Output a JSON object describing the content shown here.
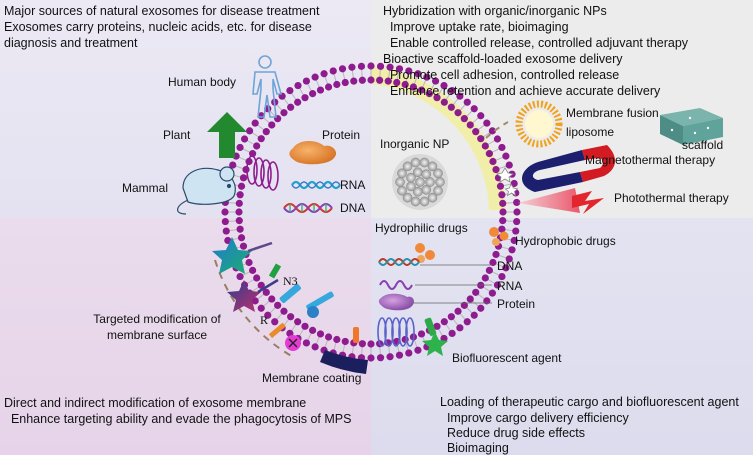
{
  "colors": {
    "top_left_bg": "#e7e5f3",
    "top_right_bg": "#ececec",
    "bottom_left_bg": "#e8d8eb",
    "bottom_right_bg": "#e0e0f0",
    "membrane_head": "#8e1c8e",
    "membrane_tail": "#b7b7b7",
    "plant_arrow": "#1f8a2e",
    "magnet_red": "#d31b23",
    "magnet_navy": "#1b1f6e"
  },
  "top_left": {
    "lines": [
      "Major sources of natural exosomes for disease treatment",
      "Exosomes carry proteins, nucleic acids, etc. for disease",
      "diagnosis and treatment"
    ],
    "labels": {
      "human_body": "Human body",
      "plant": "Plant",
      "mammal": "Mammal",
      "protein": "Protein",
      "rna": "RNA",
      "dna": "DNA"
    }
  },
  "top_right": {
    "lines": [
      "Hybridization with organic/inorganic NPs",
      "  Improve uptake rate, bioimaging",
      "  Enable controlled release, controlled adjuvant therapy",
      "Bioactive scaffold-loaded exosome delivery",
      "  Promote cell adhesion, controlled release",
      "  Enhance retention and achieve accurate delivery"
    ],
    "labels": {
      "membrane_fusion": "Membrane fusion",
      "liposome": "liposome",
      "scaffold": "scaffold",
      "inorganic_np": "Inorganic NP",
      "magnetothermal": "Magnetothermal therapy",
      "photothermal": "Photothermal therapy"
    }
  },
  "bottom_left": {
    "lines": [
      "Direct and indirect modification of exosome membrane",
      "  Enhance targeting ability and evade the phagocytosis of MPS"
    ],
    "labels": {
      "targeted_1": "Targeted modification of",
      "targeted_2": "membrane surface",
      "n3": "N3",
      "r": "R",
      "membrane_coating": "Membrane coating"
    }
  },
  "bottom_right": {
    "lines": [
      "Loading of therapeutic cargo and biofluorescent agent",
      "  Improve cargo delivery efficiency",
      "  Reduce drug side effects",
      "  Bioimaging"
    ],
    "labels": {
      "hydrophilic": "Hydrophilic drugs",
      "hydrophobic": "Hydrophobic drugs",
      "dna": "DNA",
      "rna": "RNA",
      "protein": "Protein",
      "biofluorescent": "Biofluorescent agent"
    }
  }
}
